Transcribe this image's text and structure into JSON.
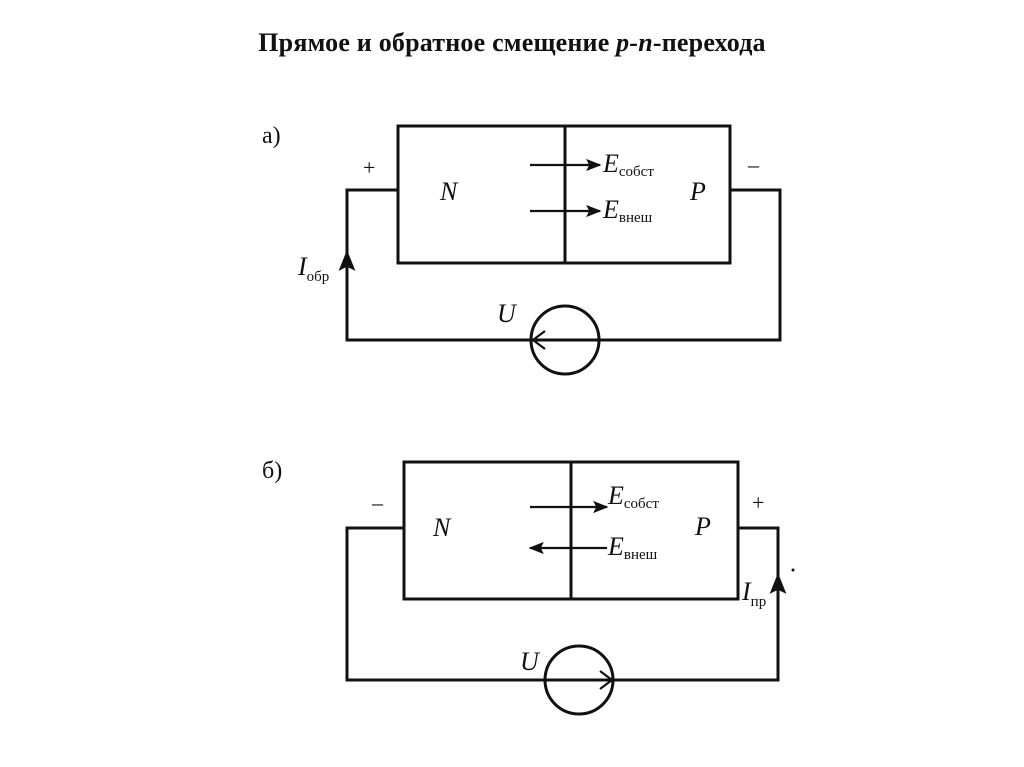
{
  "title": {
    "prefix": "Прямое и обратное смещение ",
    "italic": "p-n",
    "suffix": "-перехода"
  },
  "circuits": [
    {
      "panel_label": "а)",
      "bias": "reverse",
      "left_region": "N",
      "right_region": "P",
      "left_terminal_sign": "+",
      "right_terminal_sign": "–",
      "field_own": {
        "symbol": "E",
        "subscript": "собст",
        "direction": "right"
      },
      "field_ext": {
        "symbol": "E",
        "subscript": "внеш",
        "direction": "right"
      },
      "current": {
        "symbol": "I",
        "subscript": "обр",
        "direction": "up",
        "side": "left"
      },
      "source": {
        "symbol": "U",
        "arrow_direction": "left"
      }
    },
    {
      "panel_label": "б)",
      "bias": "forward",
      "left_region": "N",
      "right_region": "P",
      "left_terminal_sign": "–",
      "right_terminal_sign": "+",
      "field_own": {
        "symbol": "E",
        "subscript": "собст",
        "direction": "right"
      },
      "field_ext": {
        "symbol": "E",
        "subscript": "внеш",
        "direction": "left"
      },
      "current": {
        "symbol": "I",
        "subscript": "пр",
        "direction": "up",
        "side": "right"
      },
      "source": {
        "symbol": "U",
        "arrow_direction": "right"
      }
    }
  ]
}
